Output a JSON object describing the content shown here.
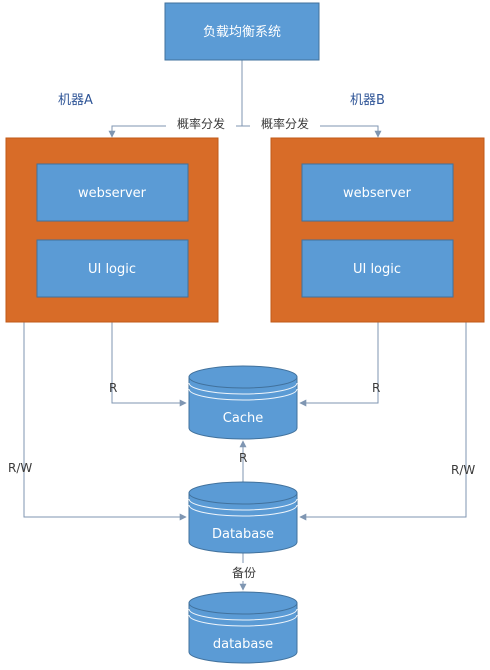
{
  "diagram": {
    "load_balancer": "负载均衡系统",
    "machine_a": {
      "label": "机器A",
      "webserver": "webserver",
      "ui_logic": "UI logic",
      "dispatch_label": "概率分发"
    },
    "machine_b": {
      "label": "机器B",
      "webserver": "webserver",
      "ui_logic": "UI logic",
      "dispatch_label": "概率分发"
    },
    "cache": "Cache",
    "database_main": "Database",
    "database_backup": "database",
    "edges": {
      "a_to_cache": "R",
      "b_to_cache": "R",
      "db_to_cache": "R",
      "a_to_db": "R/W",
      "b_to_db": "R/W",
      "db_to_backup": "备份"
    },
    "colors": {
      "node_fill": "#5b9bd5",
      "node_stroke": "#41719c",
      "machine_fill": "#d86c28",
      "machine_stroke": "#c05a17",
      "edge": "#7f96b2"
    }
  }
}
